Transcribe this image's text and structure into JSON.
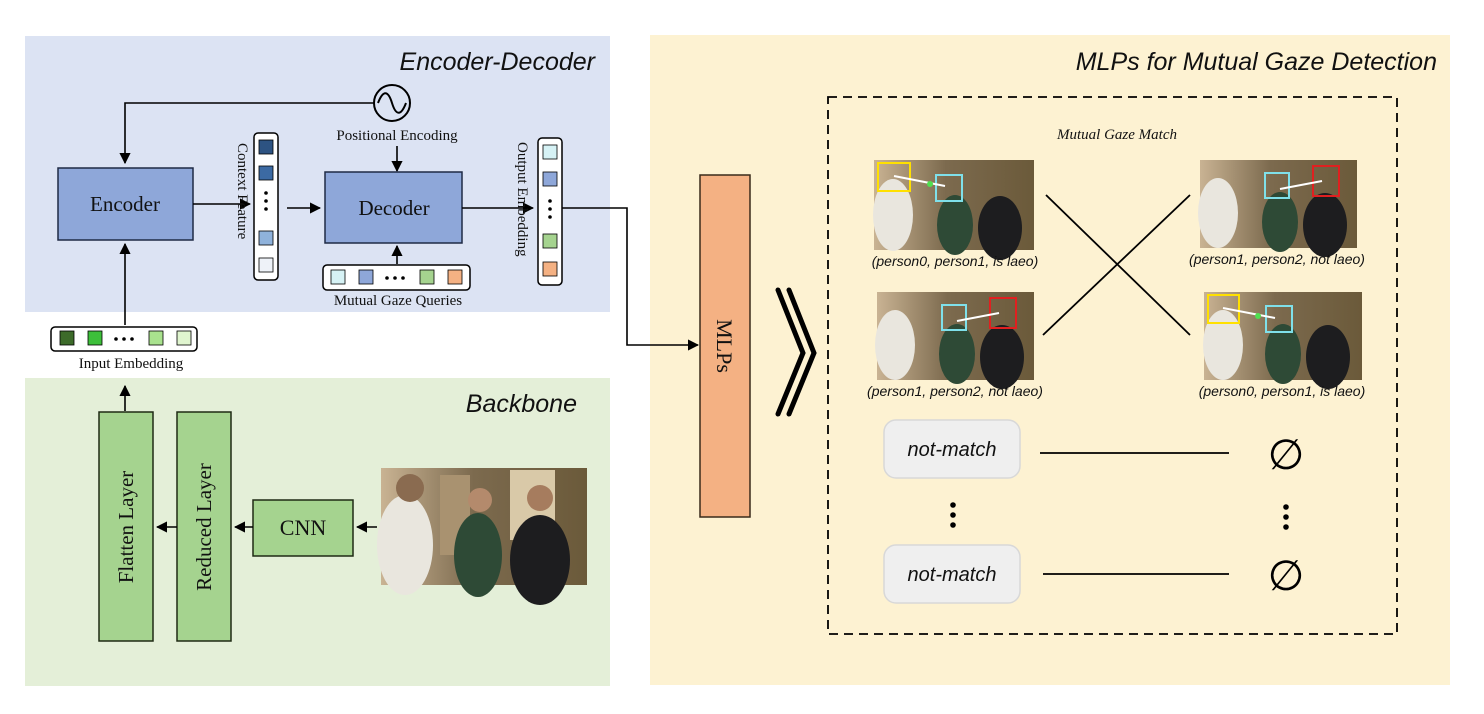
{
  "panels": {
    "encoder_decoder_title": "Encoder-Decoder",
    "backbone_title": "Backbone",
    "mlp_title": "MLPs for Mutual Gaze Detection"
  },
  "blocks": {
    "encoder": "Encoder",
    "decoder": "Decoder",
    "cnn": "CNN",
    "flatten": "Flatten Layer",
    "reduced": "Reduced Layer",
    "mlps": "MLPs"
  },
  "labels": {
    "positional_encoding": "Positional Encoding",
    "context_feature": "Context Feature",
    "output_embedding": "Output Embedding",
    "mutual_gaze_queries": "Mutual Gaze Queries",
    "input_embedding": "Input Embedding",
    "mutual_gaze_match": "Mutual Gaze Match"
  },
  "match": {
    "left_top_caption": "(person0, person1, is laeo)",
    "right_top_caption": "(person1, person2, not laeo)",
    "left_bottom_caption": "(person1, person2, not laeo)",
    "right_bottom_caption": "(person0, person1, is laeo)",
    "not_match_1": "not-match",
    "not_match_2": "not-match",
    "empty_1": "∅",
    "empty_2": "∅"
  },
  "colors": {
    "encoder_panel": "#dce3f3",
    "backbone_panel": "#e4efd8",
    "mlp_panel": "#fdf2d2",
    "block_blue": "#8ea7d9",
    "block_green": "#a5d38f",
    "mlp_orange": "#f4b183"
  }
}
